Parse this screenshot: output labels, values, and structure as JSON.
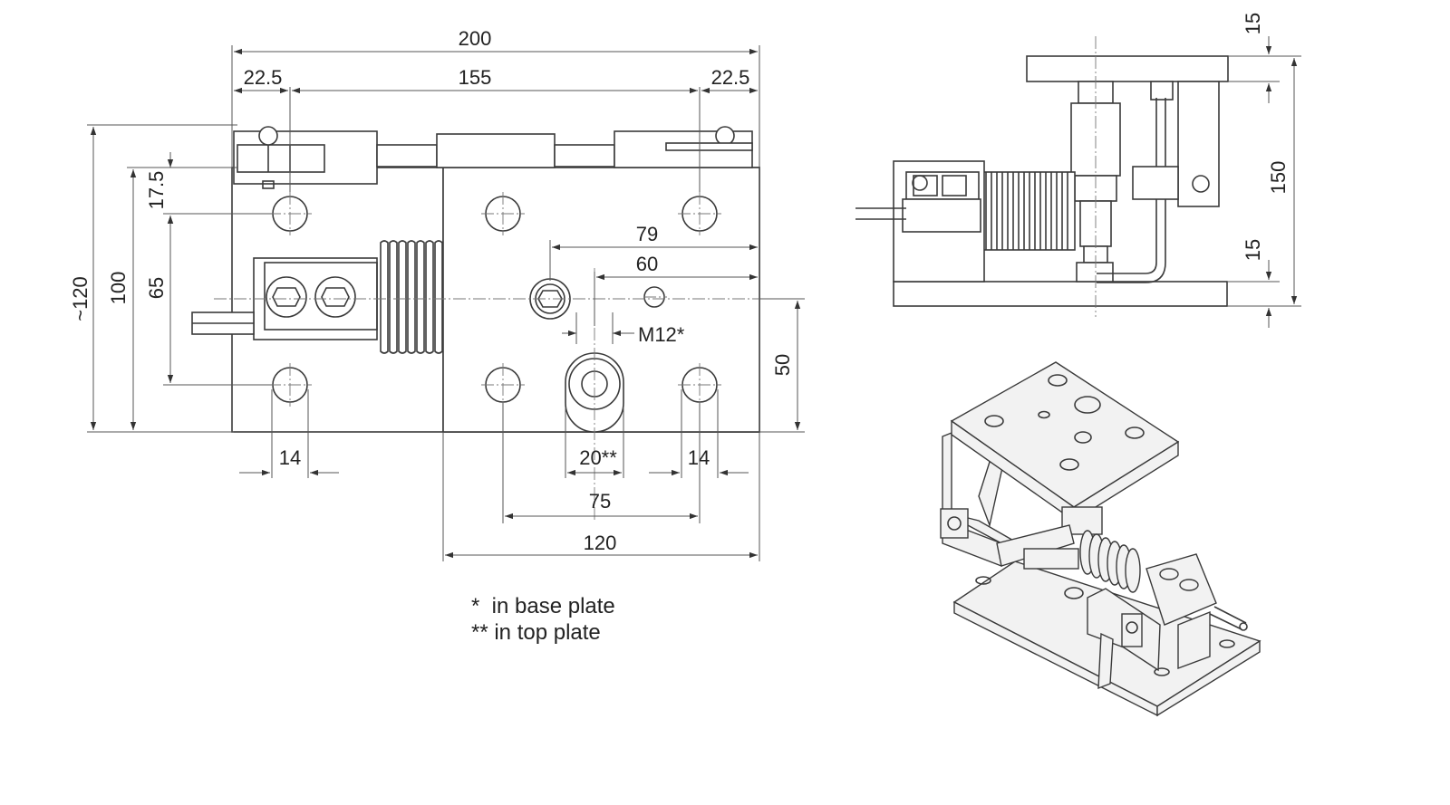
{
  "dimensions": {
    "overall_width": "200",
    "left_offset": "22.5",
    "hole_spacing_top": "155",
    "right_offset": "22.5",
    "height_approx": "~120",
    "height_100": "100",
    "height_65": "65",
    "height_17_5": "17.5",
    "dim_79": "79",
    "dim_60": "60",
    "thread": "M12*",
    "dim_50": "50",
    "hole_dia_left": "14",
    "bore_dia": "20**",
    "hole_dia_right": "14",
    "base_spacing_75": "75",
    "base_width_120": "120",
    "side_top_15": "15",
    "side_height_150": "150",
    "side_bottom_15": "15"
  },
  "notes": {
    "base_plate": "*  in base plate",
    "top_plate": "** in top plate"
  }
}
